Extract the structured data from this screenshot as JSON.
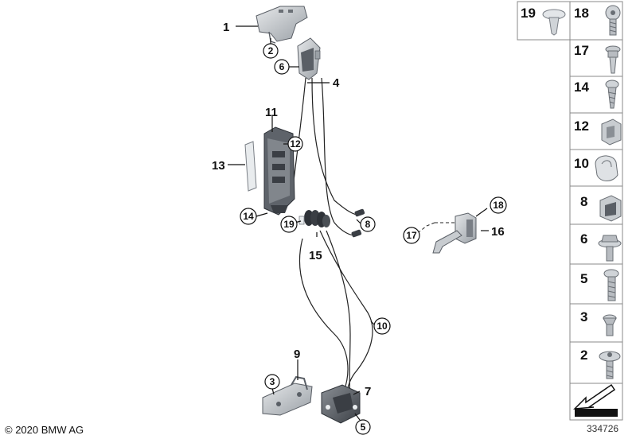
{
  "callouts": {
    "c1": "1",
    "c2": "2",
    "c3": "3",
    "c4": "4",
    "c5": "5",
    "c6": "6",
    "c7": "7",
    "c8": "8",
    "c9": "9",
    "c10": "10",
    "c11": "11",
    "c12": "12",
    "c13": "13",
    "c14": "14",
    "c15": "15",
    "c16": "16",
    "c17": "17",
    "c18": "18",
    "c19": "19"
  },
  "sidebar": {
    "items": [
      {
        "label": "19",
        "icon": "push-rivet-icon"
      },
      {
        "label": "18",
        "icon": "torx-bolt-icon"
      },
      {
        "label": "17",
        "icon": "flange-screw-icon"
      },
      {
        "label": "14",
        "icon": "self-tapping-screw-icon"
      },
      {
        "label": "12",
        "icon": "clip-nut-icon"
      },
      {
        "label": "10",
        "icon": "cable-clip-icon"
      },
      {
        "label": "8",
        "icon": "expanding-nut-icon"
      },
      {
        "label": "6",
        "icon": "hex-bolt-washer-icon"
      },
      {
        "label": "5",
        "icon": "torx-screw-icon"
      },
      {
        "label": "3",
        "icon": "countersunk-screw-icon"
      },
      {
        "label": "2",
        "icon": "flange-bolt-icon"
      }
    ],
    "nav_icon": "arrow-icon"
  },
  "footer": {
    "copyright": "© 2020 BMW AG",
    "diagram_number": "334726"
  },
  "colors": {
    "line": "#1a1a1a",
    "part_fill": "#c8ccd0",
    "part_stroke": "#5a5f66",
    "frame": "#888888"
  }
}
